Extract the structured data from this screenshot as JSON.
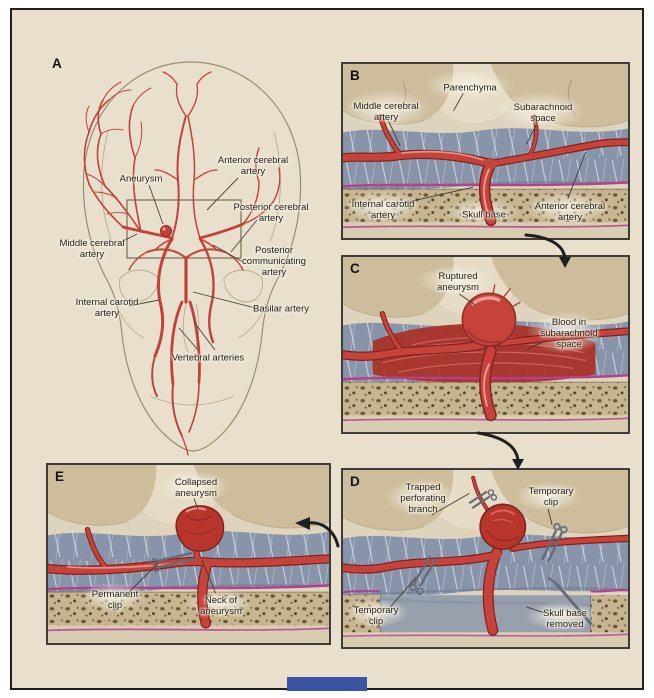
{
  "colors": {
    "background_beige": "#e8e0cd",
    "frame_border": "#20201e",
    "artery_red": "#c5433a",
    "artery_outline": "#7e241e",
    "subarachnoid_blue": "#8894a9",
    "bone_tan": "#c6b590",
    "dura_pink": "#b5408e",
    "skull_removed_gray": "#98a0ae",
    "logo_blue": "#3c52a3"
  },
  "panels": {
    "a": {
      "letter": "A",
      "labels": {
        "aneurysm": "Aneurysm",
        "anterior_cerebral_artery": "Anterior cerebral artery",
        "posterior_cerebral_artery": "Posterior cerebral artery",
        "middle_cerebral_artery": "Middle cerebral artery",
        "posterior_communicating_artery": "Posterior communicating artery",
        "internal_carotid_artery": "Internal carotid artery",
        "basilar_artery": "Basilar artery",
        "vertebral_arteries": "Vertebral arteries"
      }
    },
    "b": {
      "letter": "B",
      "labels": {
        "middle_cerebral_artery": "Middle cerebral artery",
        "parenchyma": "Parenchyma",
        "subarachnoid_space": "Subarachnoid space",
        "internal_carotid_artery": "Internal carotid artery",
        "skull_base": "Skull base",
        "anterior_cerebral_artery": "Anterior cerebral artery"
      }
    },
    "c": {
      "letter": "C",
      "labels": {
        "ruptured_aneurysm": "Ruptured aneurysm",
        "blood_in_subarachnoid_space": "Blood in subarachnoid space"
      }
    },
    "d": {
      "letter": "D",
      "labels": {
        "trapped_perforating_branch": "Trapped perforating branch",
        "temporary_clip_upper": "Temporary clip",
        "temporary_clip_lower": "Temporary clip",
        "skull_base_removed": "Skull base removed"
      }
    },
    "e": {
      "letter": "E",
      "labels": {
        "collapsed_aneurysm": "Collapsed aneurysm",
        "permanent_clip": "Permanent clip",
        "neck_of_aneurysm": "Neck of aneurysm"
      }
    }
  }
}
